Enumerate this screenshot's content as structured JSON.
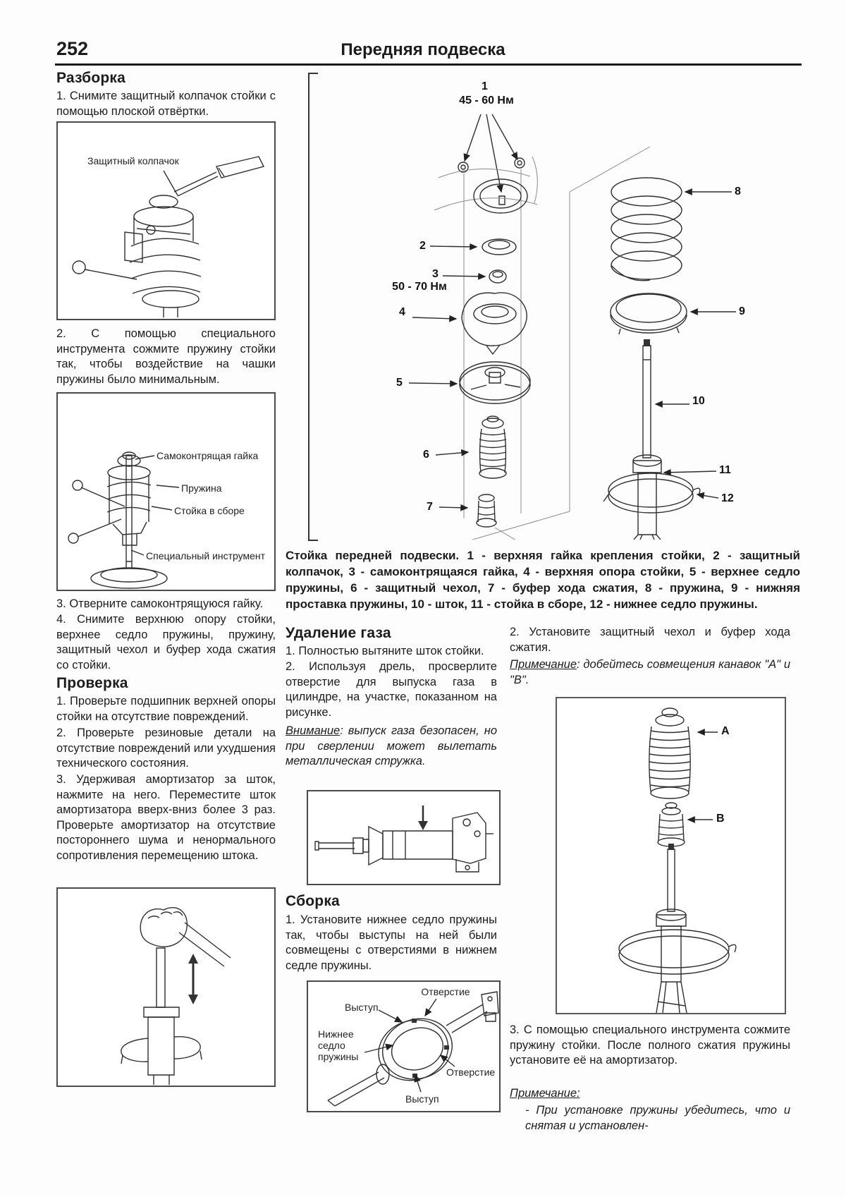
{
  "page": {
    "number": "252",
    "title": "Передняя подвеска"
  },
  "disassembly": {
    "heading": "Разборка",
    "step1": "1. Снимите защитный колпачок стойки с помощью плоской отвёртки.",
    "fig1_label": "Защитный колпачок",
    "step2": "2. С помощью специального инструмента сожмите пружину стойки так, чтобы воздействие на чашки пружины было минимальным.",
    "fig2_labels": {
      "nut": "Самоконтрящая гайка",
      "spring": "Пружина",
      "strut": "Стойка в сборе",
      "tool": "Специальный инструмент"
    },
    "step3": "3. Отверните самоконтрящуюся гайку.",
    "step4": "4. Снимите верхнюю опору стойки, верхнее седло пружины, пружину, защитный чехол и буфер хода сжатия со стойки."
  },
  "inspection": {
    "heading": "Проверка",
    "step1": "1. Проверьте подшипник верхней опоры стойки на отсутствие повреждений.",
    "step2": "2. Проверьте резиновые детали на отсутствие повреждений или ухудшения технического состояния.",
    "step3": "3. Удерживая амортизатор за шток, нажмите на него. Переместите шток амортизатора вверх-вниз более 3 раз. Проверьте амортизатор на отсутствие постороннего шума и ненормального сопротивления перемещению штока."
  },
  "exploded": {
    "torque_top": "45 - 60 Нм",
    "torque_nut": "50 - 70 Нм",
    "callouts": {
      "c1": "1",
      "c2": "2",
      "c3": "3",
      "c4": "4",
      "c5": "5",
      "c6": "6",
      "c7": "7",
      "c8": "8",
      "c9": "9",
      "c10": "10",
      "c11": "11",
      "c12": "12"
    },
    "caption": "Стойка передней подвески. 1 - верхняя гайка крепления стойки, 2 - защитный колпачок, 3 - самоконтрящаяся гайка, 4 - верхняя опора стойки, 5 - верхнее седло пружины, 6 - защитный чехол, 7 - буфер хода сжатия, 8 - пружина, 9 - нижняя проставка пружины, 10 - шток, 11 - стойка в сборе, 12 - нижнее седло пружины."
  },
  "gas_removal": {
    "heading": "Удаление газа",
    "step1": "1. Полностью вытяните шток стойки.",
    "step2": "2. Используя дрель, просверлите отверстие для выпуска газа в цилиндре, на участке, показанном на рисунке.",
    "warning_label": "Внимание",
    "warning_text": ": выпуск газа безопасен, но при сверлении может вылетать металлическая стружка."
  },
  "assembly": {
    "heading": "Сборка",
    "step1": "1. Установите нижнее седло пружины так, чтобы выступы на ней были совмещены с отверстиями в нижнем седле пружины.",
    "fig_labels": {
      "hole_top": "Отверстие",
      "tab_top": "Выступ",
      "seat": "Нижнее седло пружины",
      "hole_right": "Отверстие",
      "tab_bottom": "Выступ"
    }
  },
  "right_col": {
    "step2": "2. Установите защитный чехол и буфер хода сжатия.",
    "note1_label": "Примечание",
    "note1_text": ": добейтесь совмещения канавок \"А\" и \"В\".",
    "fig_labels": {
      "a": "А",
      "b": "В"
    },
    "step3": "3. С помощью специального инструмента сожмите пружину стойки. После полного сжатия пружины установите её на амортизатор.",
    "note2_label": "Примечание:",
    "note2_item": "- При установке пружины убедитесь, что и снятая и установлен-"
  }
}
